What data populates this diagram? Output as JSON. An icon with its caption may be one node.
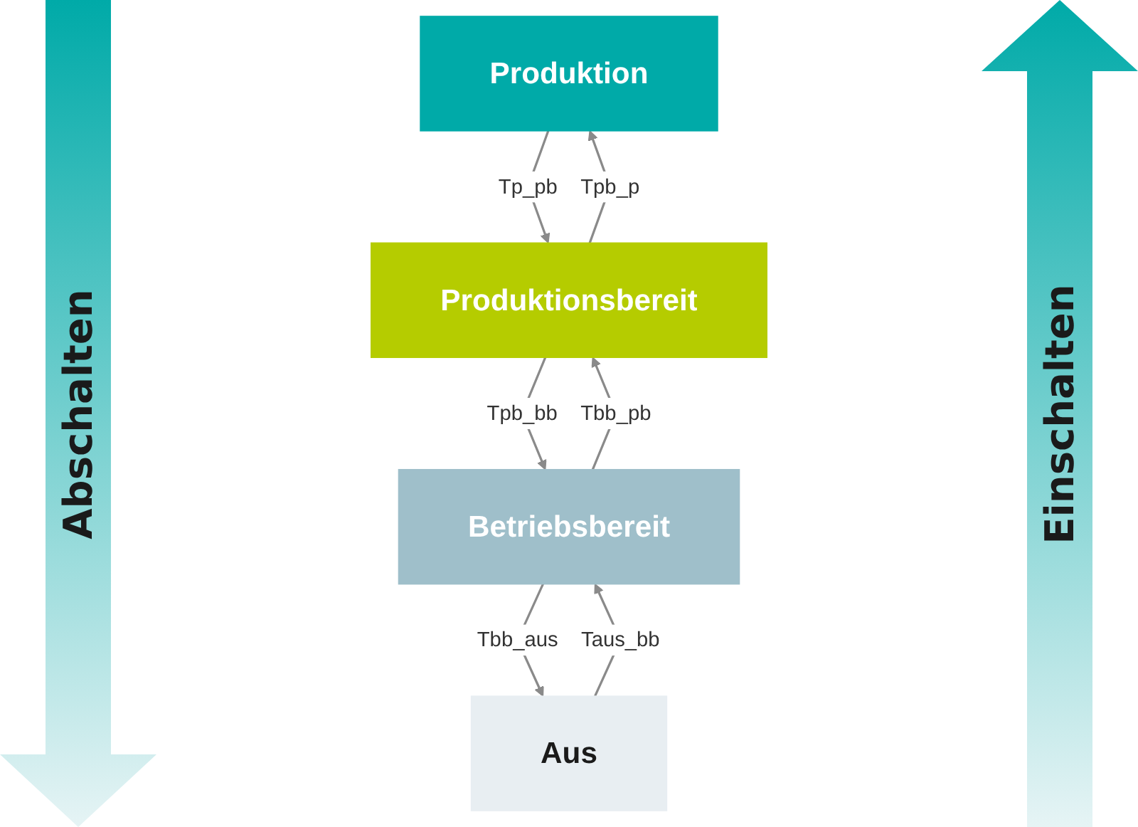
{
  "diagram": {
    "nodes": [
      {
        "text": [
          "Produktion"
        ]
      },
      {
        "text": [
          "Produktionsbereit"
        ]
      },
      {
        "text": [
          "Betriebsbereit"
        ]
      },
      {
        "text": [
          "Aus"
        ]
      }
    ],
    "edges": [
      {
        "from": 0,
        "to": 1,
        "arrow": "to",
        "label": "Tp_pb"
      },
      {
        "from": 1,
        "to": 0,
        "arrow": "to",
        "label": "Tpb_p"
      },
      {
        "from": 1,
        "to": 2,
        "arrow": "to",
        "label": "Tpb_bb"
      },
      {
        "from": 2,
        "to": 1,
        "arrow": "to",
        "label": "Tbb_pb"
      },
      {
        "from": 2,
        "to": 3,
        "arrow": "to",
        "label": "Tbb_aus"
      },
      {
        "from": 3,
        "to": 2,
        "arrow": "to",
        "label": "Taus_bb"
      }
    ],
    "labels": [
      "Abschalten",
      "Einschalten"
    ]
  }
}
